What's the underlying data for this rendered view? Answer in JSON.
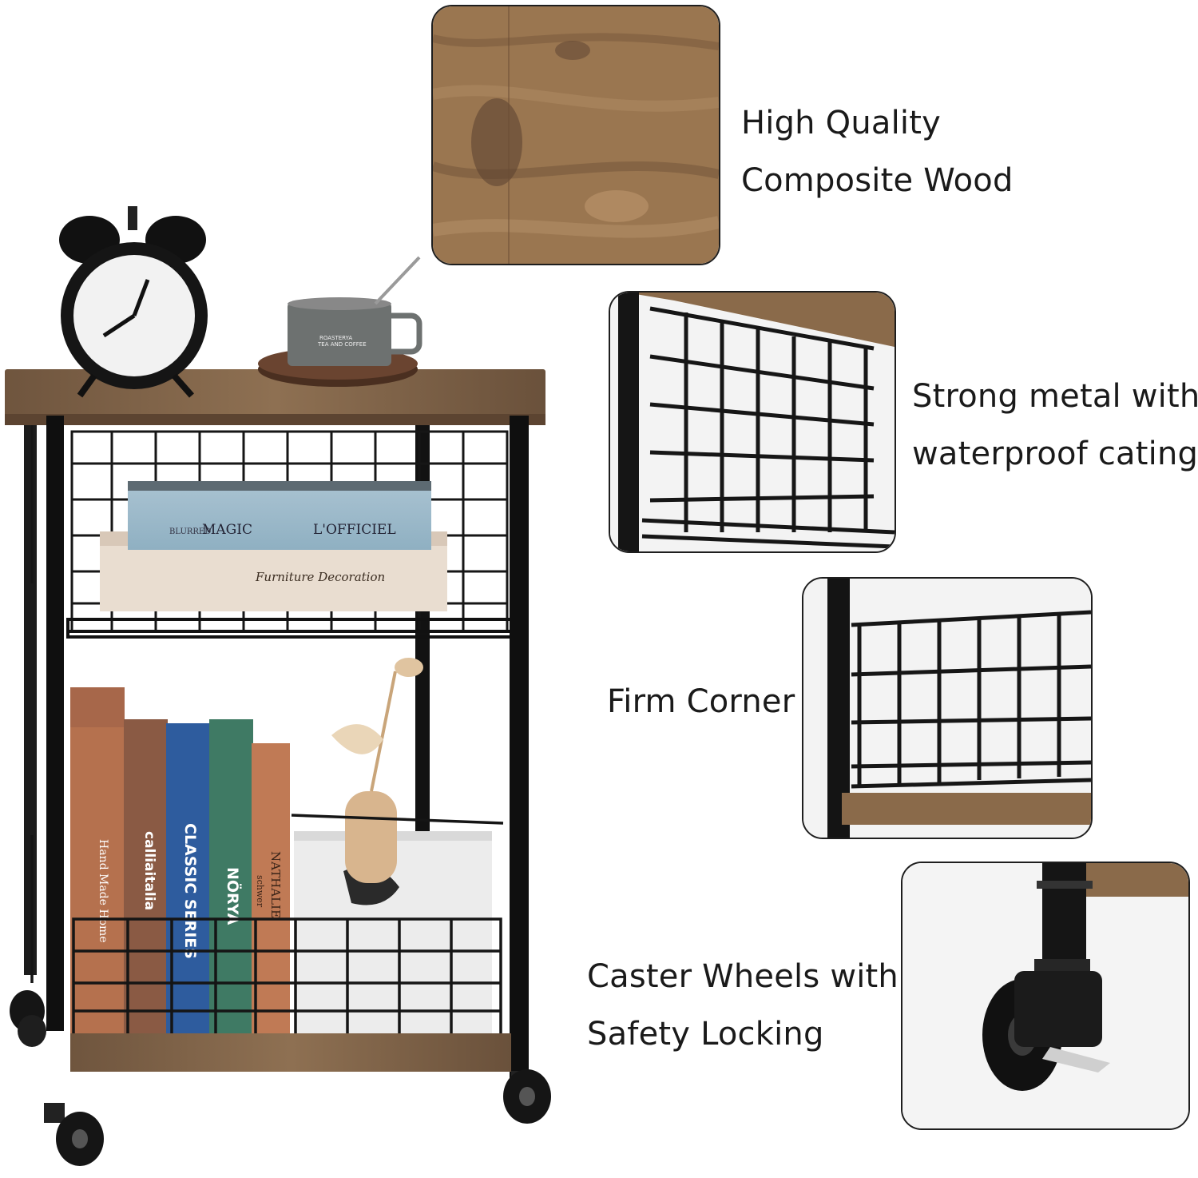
{
  "features": [
    {
      "id": "wood",
      "icon": "wood-grain-swatch-icon",
      "lines": [
        "High Quality",
        "Composite Wood"
      ]
    },
    {
      "id": "metal",
      "icon": "wire-basket-closeup-icon",
      "lines": [
        "Strong metal with",
        "waterproof cating"
      ]
    },
    {
      "id": "corner",
      "icon": "basket-corner-closeup-icon",
      "lines": [
        "Firm Corner"
      ]
    },
    {
      "id": "wheels",
      "icon": "caster-wheel-closeup-icon",
      "lines": [
        "Caster Wheels with",
        "Safety Locking"
      ]
    }
  ],
  "product": {
    "mug_print": [
      "ROASTERYA",
      "TEA AND COFFEE"
    ],
    "top_books": [
      "BLURRED",
      "MAGIC",
      "L'OFFICIEL",
      "Furniture Decoration"
    ],
    "spine_books": [
      "Hand Made Home",
      "calliaitalia",
      "CLASSIC SERIES",
      "NÖRYA",
      "NATHALIE",
      "schwer"
    ]
  },
  "colors": {
    "wood": "#8a6848",
    "metal": "#141414",
    "text": "#1a1a1a"
  }
}
